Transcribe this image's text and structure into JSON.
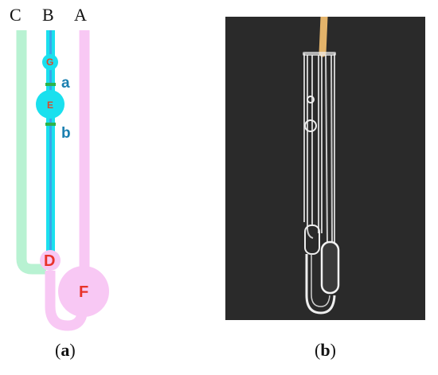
{
  "schematic": {
    "tube_labels": {
      "c": "C",
      "b": "B",
      "a": "A"
    },
    "mark_labels": {
      "a": "a",
      "b": "b"
    },
    "bulb_labels": {
      "g": "G",
      "e": "E",
      "d": "D",
      "f": "F"
    },
    "colors": {
      "tube_c": "#b8f2d2",
      "tube_b": "#1ae0ee",
      "tube_b_core": "#3aa6e8",
      "tube_a": "#f8c8f4",
      "marks": "#2db34a"
    }
  },
  "captions": {
    "a": {
      "open": "(",
      "letter": "a",
      "close": ")"
    },
    "b": {
      "open": "(",
      "letter": "b",
      "close": ")"
    }
  },
  "photo": {
    "background": "#2a2a2a",
    "hose_color": "#e3b36a"
  }
}
